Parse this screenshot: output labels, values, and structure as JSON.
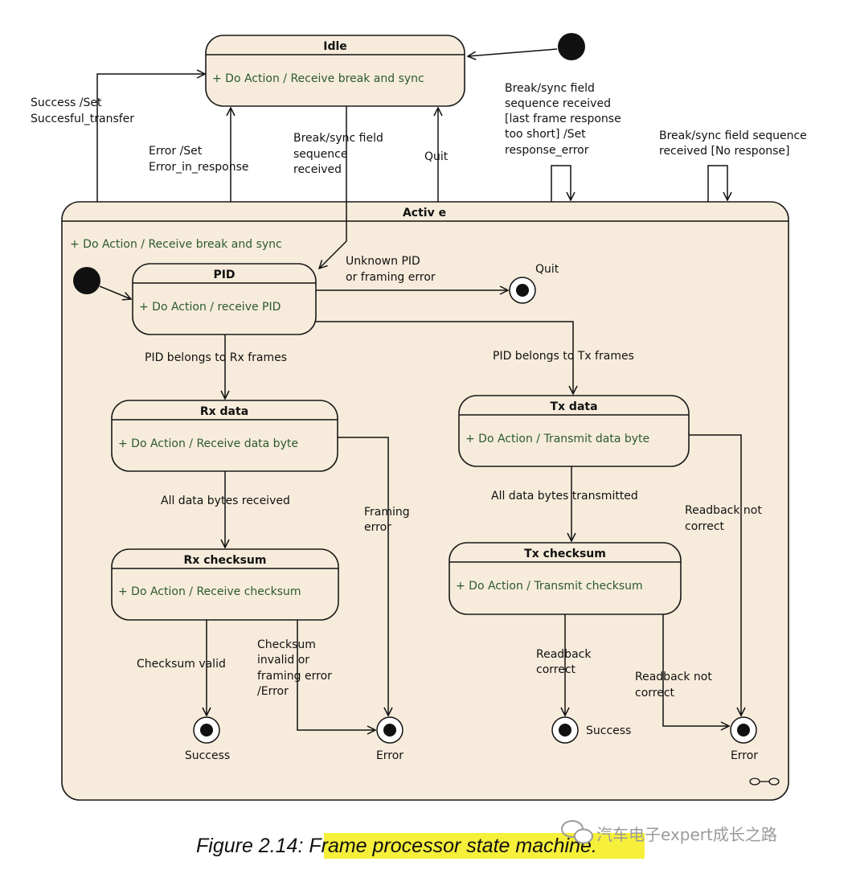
{
  "states": {
    "idle": {
      "title": "Idle",
      "action": "+   Do Action / Receive break and sync"
    },
    "active": {
      "title": "Activ e",
      "action": "+   Do Action / Receive break and sync"
    },
    "pid": {
      "title": "PID",
      "action": "+   Do Action / receive PID"
    },
    "rx_data": {
      "title": "Rx data",
      "action": "+   Do Action / Receive data byte"
    },
    "rx_checksum": {
      "title": "Rx checksum",
      "action": "+   Do Action / Receive checksum"
    },
    "tx_data": {
      "title": "Tx data",
      "action": "+   Do Action / Transmit data byte"
    },
    "tx_checksum": {
      "title": "Tx checksum",
      "action": "+   Do Action / Transmit checksum"
    }
  },
  "final_states": {
    "quit": "Quit",
    "rx_success": "Success",
    "rx_error": "Error",
    "tx_success": "Success",
    "tx_error": "Error"
  },
  "transitions": {
    "success_set": [
      "Success /Set",
      "Succesful_transfer"
    ],
    "error_set": [
      "Error /Set",
      "Error_in_response"
    ],
    "break_sync_seq": [
      "Break/sync field",
      "sequence",
      "received"
    ],
    "quit": "Quit",
    "last_frame_short": [
      "Break/sync field",
      "sequence received",
      "[last frame response",
      "too short] /Set",
      "response_error"
    ],
    "no_response": [
      "Break/sync field sequence",
      "received [No response]"
    ],
    "unknown_pid": [
      "Unknown PID",
      "or framing error"
    ],
    "pid_rx": "PID belongs to Rx frames",
    "pid_tx": "PID belongs to Tx frames",
    "all_rx": "All data bytes received",
    "framing_error": [
      "Framing",
      "error"
    ],
    "all_tx": "All data bytes transmitted",
    "readback_not_correct_1": [
      "Readback not",
      "correct"
    ],
    "checksum_valid": "Checksum valid",
    "checksum_invalid": [
      "Checksum",
      "invalid or",
      "framing error",
      "/Error"
    ],
    "readback_correct": [
      "Readback",
      "correct"
    ],
    "readback_not_correct_2": [
      "Readback not",
      "correct"
    ]
  },
  "caption": {
    "prefix": "Figure 2.14: ",
    "highlight": "Frame processor state machine",
    "suffix": "."
  },
  "watermark": "汽车电子expert成长之路",
  "colors": {
    "state_fill": "#f7ecdb",
    "action_text": "#2d5a2d",
    "highlight": "#f7f03a"
  }
}
